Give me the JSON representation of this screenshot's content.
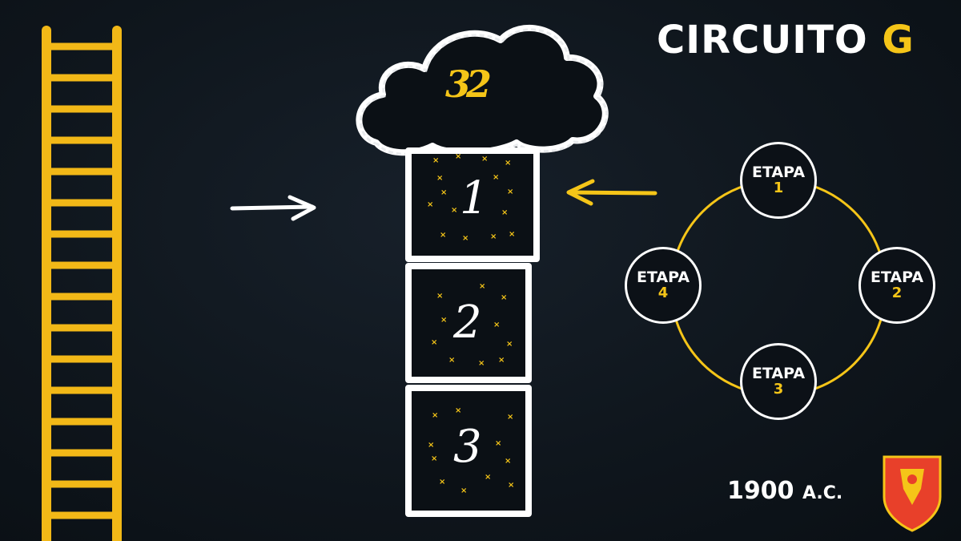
{
  "title": {
    "main": "CIRCUITO",
    "accent": "G"
  },
  "date": {
    "year": "1900",
    "era": "A.C."
  },
  "cloud": {
    "label": "32"
  },
  "hopscotch": {
    "squares": [
      "1",
      "2",
      "3"
    ]
  },
  "stages": [
    {
      "label": "ETAPA",
      "num": "1"
    },
    {
      "label": "ETAPA",
      "num": "2"
    },
    {
      "label": "ETAPA",
      "num": "3"
    },
    {
      "label": "ETAPA",
      "num": "4"
    }
  ],
  "colors": {
    "accent": "#f5c518",
    "chalk": "#ffffff",
    "board": "#0e141b",
    "shield": "#e8402a"
  },
  "icons": {
    "ladder": "ladder-icon",
    "arrow_right": "arrow-right-icon",
    "arrow_left": "arrow-left-icon",
    "logo": "iberian-league-shield-icon"
  }
}
